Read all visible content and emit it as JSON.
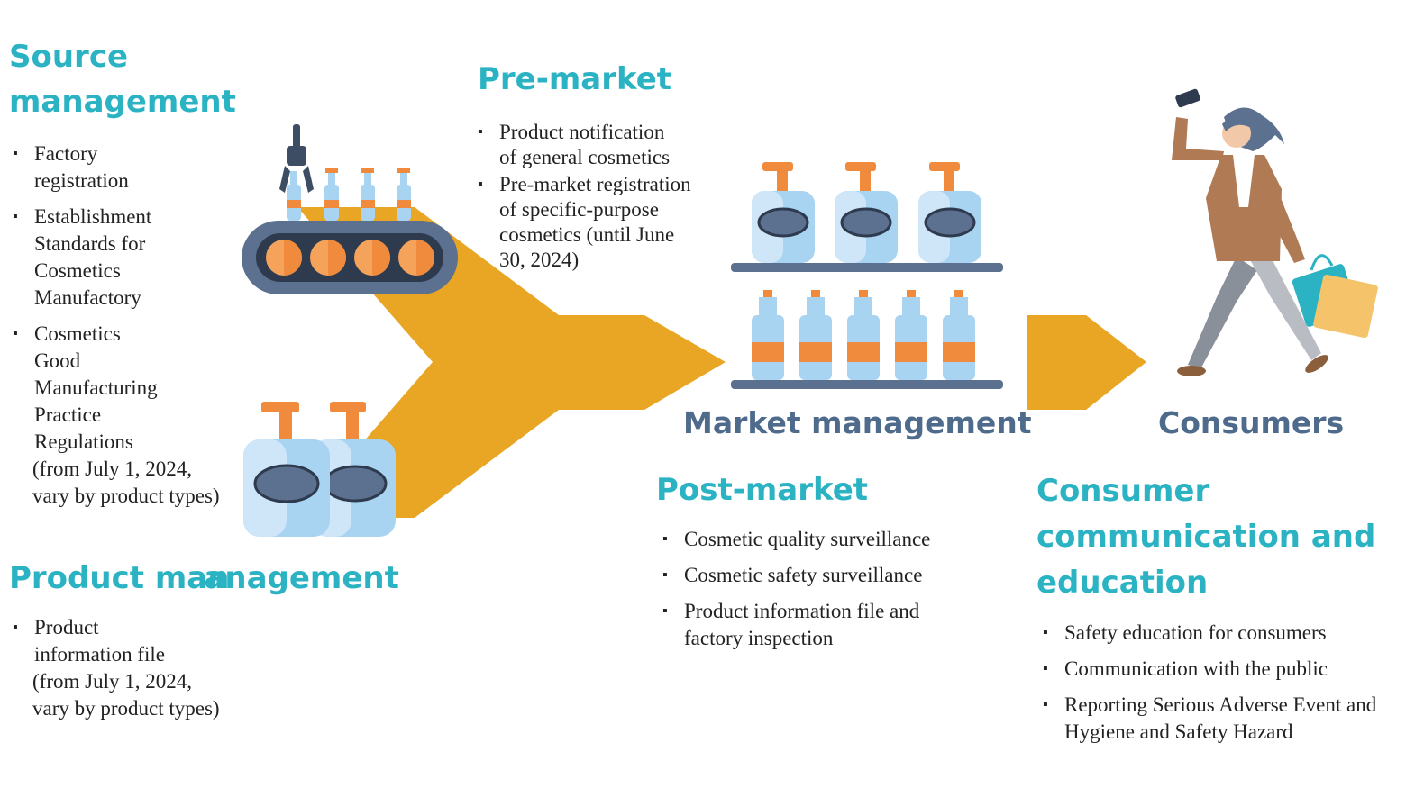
{
  "source": {
    "heading_line1": "Source",
    "heading_line2": "management",
    "items": [
      [
        "Factory",
        "registration"
      ],
      [
        "Establishment",
        "Standards for",
        "Cosmetics",
        "Manufactory"
      ],
      [
        "Cosmetics",
        "Good",
        "Manufacturing",
        "Practice",
        "Regulations",
        "(from July 1, 2024,",
        "vary by product types)"
      ]
    ]
  },
  "product": {
    "heading_a": "Product man",
    "heading_b": "anagement",
    "items": [
      [
        "Product",
        "information file",
        "(from July 1, 2024,",
        "vary by product types)"
      ]
    ]
  },
  "premarket": {
    "heading": "Pre-market",
    "items": [
      [
        "Product notification",
        "of general cosmetics"
      ],
      [
        "Pre-market registration",
        "of specific-purpose",
        "cosmetics (until June",
        "30, 2024)"
      ]
    ]
  },
  "market": {
    "heading": "Market management"
  },
  "consumers": {
    "heading": "Consumers"
  },
  "postmarket": {
    "heading": "Post-market",
    "items": [
      [
        "Cosmetic quality surveillance"
      ],
      [
        "Cosmetic safety surveillance"
      ],
      [
        "Product information file and",
        "factory inspection"
      ]
    ]
  },
  "consumer_comm": {
    "heading_line1": "Consumer",
    "heading_line2": "communication and",
    "heading_line3": "education",
    "items": [
      [
        "Safety education for consumers"
      ],
      [
        "Communication with the public"
      ],
      [
        "Reporting Serious Adverse Event and",
        "Hygiene and Safety Hazard"
      ]
    ]
  },
  "illustrations": {
    "conveyor": "conveyor-belt-with-robotic-arm-icon",
    "pump_bottles": "pump-bottle-icon",
    "shelf": "store-shelf-icon",
    "shopper": "woman-shopper-icon",
    "flow_arrow": "flow-arrow-icon"
  },
  "colors": {
    "accent_teal": "#2bb3c3",
    "heading_slate": "#4f6b8c",
    "arrow_gold": "#e8a624",
    "bottle_blue": "#a8d4f2",
    "cap_orange": "#f08a3c"
  }
}
